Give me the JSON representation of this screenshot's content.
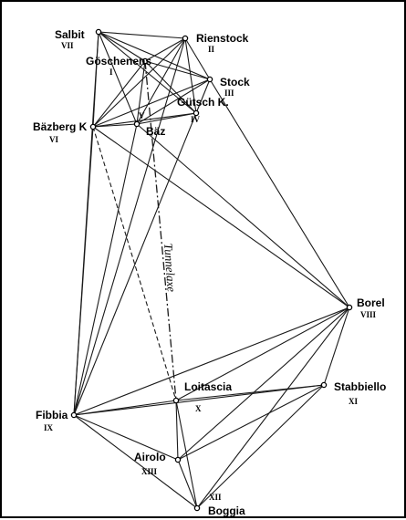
{
  "figure": {
    "tunnel_axis_label": "Tunnelaxe",
    "stations": [
      {
        "id": "salbit",
        "name": "Salbit",
        "numeral": "VII"
      },
      {
        "id": "rienstock",
        "name": "Rienstock",
        "numeral": "II"
      },
      {
        "id": "goschenen",
        "name": "Göschenens",
        "numeral": "I"
      },
      {
        "id": "stock",
        "name": "Stock",
        "numeral": "III"
      },
      {
        "id": "gutsch",
        "name": "Gütsch K.",
        "numeral": "IV"
      },
      {
        "id": "baz",
        "name": "Bäz",
        "numeral": "V"
      },
      {
        "id": "bazberg",
        "name": "Bäzberg K",
        "numeral": "VI"
      },
      {
        "id": "borel",
        "name": "Borel",
        "numeral": "VIII"
      },
      {
        "id": "fibbia",
        "name": "Fibbia",
        "numeral": "IX"
      },
      {
        "id": "loitascia",
        "name": "Loitascia",
        "numeral": "X"
      },
      {
        "id": "stabbiello",
        "name": "Stabbiello",
        "numeral": "XI"
      },
      {
        "id": "boggia",
        "name": "Boggia",
        "numeral": "XII"
      },
      {
        "id": "airolo",
        "name": "Airolo",
        "numeral": "XIII"
      }
    ]
  }
}
